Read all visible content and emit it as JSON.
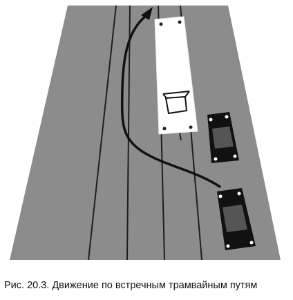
{
  "caption": "Рис. 20.3. Движение по встречным трамвайным путям",
  "colors": {
    "road": "#8c8c8c",
    "rails": "#1e1e1e",
    "tram": "#ffffff",
    "car_body": "#111111",
    "car_window": "#555555",
    "arrow": "#111111",
    "background": "#ffffff"
  },
  "icons": [
    "road",
    "tram-rails",
    "tram",
    "pantograph",
    "car",
    "trajectory-arrow"
  ]
}
